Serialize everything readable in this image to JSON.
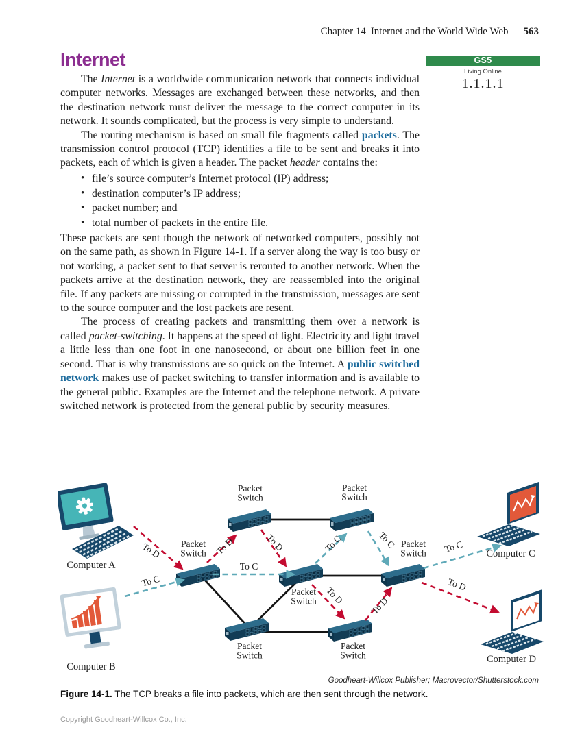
{
  "page": {
    "header": {
      "chapter": "Chapter 14",
      "book_section": "Internet and the World Wide Web",
      "page_number": "563"
    },
    "footer": {
      "copyright": "Copyright Goodheart-Willcox Co., Inc."
    }
  },
  "badge": {
    "code": "GS5",
    "subtitle": "Living Online",
    "standard": "1.1.1.1",
    "color": "#2f8a4c"
  },
  "article": {
    "title": "Internet",
    "title_color": "#8c2e90",
    "term_color": "#1b6a9c",
    "p1": {
      "runs": [
        {
          "t": "The "
        },
        {
          "t": "Internet",
          "style": "italic"
        },
        {
          "t": " is a worldwide communication network that connects individual computer networks. Messages are exchanged between these networks, and then the destination network must deliver the message to the correct computer in its network. It sounds complicated, but the process is very simple to understand."
        }
      ]
    },
    "p2": {
      "runs": [
        {
          "t": "The routing mechanism is based on small file fragments called "
        },
        {
          "t": "packets",
          "style": "term"
        },
        {
          "t": ". The transmission control protocol (TCP) identifies a file to be sent and breaks it into packets, each of which is given a header. The packet "
        },
        {
          "t": "header",
          "style": "italic"
        },
        {
          "t": " contains the:"
        }
      ]
    },
    "bullets": [
      "file’s source computer’s Internet protocol (IP) address;",
      "destination computer’s IP address;",
      "packet number; and",
      "total number of packets in the entire file."
    ],
    "p3": {
      "runs": [
        {
          "t": "These packets are sent though the network of networked computers, possibly not on the same path, as shown in Figure 14-1. If a server along the way is too busy or not working, a packet sent to that server is rerouted to another network. When the packets arrive at the destination network, they are reassembled into the original file. If any packets are missing or corrupted in the transmission, messages are sent to the source computer and the lost packets are resent."
        }
      ]
    },
    "p4": {
      "runs": [
        {
          "t": "The process of creating packets and transmitting them over a network is called "
        },
        {
          "t": "packet-switching",
          "style": "italic"
        },
        {
          "t": ". It happens at the speed of light. Electricity and light travel a little less than one foot in one nanosecond, or about one billion feet in one second. That is why transmissions are so quick on the Internet. A "
        },
        {
          "t": "public switched network",
          "style": "term"
        },
        {
          "t": " makes use of packet switching to transfer information and is available to the general public. Examples are the Internet and the telephone network. A private switched network is protected from the general public by security measures."
        }
      ]
    }
  },
  "figure": {
    "caption_label": "Figure 14-1.",
    "caption_text": "The TCP breaks a file into packets, which are then sent through the network.",
    "credit": "Goodheart-Willcox Publisher; Macrovector/Shutterstock.com",
    "diagram": {
      "computers": [
        {
          "id": "A",
          "label": "Computer A",
          "screen_icon": "gear",
          "style": "desktop-teal-screen"
        },
        {
          "id": "B",
          "label": "Computer B",
          "screen_icon": "bar-chart",
          "style": "desktop-white-screen"
        },
        {
          "id": "C",
          "label": "Computer C",
          "screen_icon": "line-chart",
          "style": "laptop-orange-screen"
        },
        {
          "id": "D",
          "label": "Computer D",
          "screen_icon": "line-chart",
          "style": "laptop-white-screen"
        }
      ],
      "switches": [
        {
          "position": "left",
          "line1": "Packet",
          "line2": "Switch"
        },
        {
          "position": "top-left",
          "line1": "Packet",
          "line2": "Switch"
        },
        {
          "position": "top-right",
          "line1": "Packet",
          "line2": "Switch"
        },
        {
          "position": "center",
          "line1": "Packet",
          "line2": "Switch"
        },
        {
          "position": "right",
          "line1": "Packet",
          "line2": "Switch"
        },
        {
          "position": "bottom-left",
          "line1": "Packet",
          "line2": "Switch"
        },
        {
          "position": "bottom-right",
          "line1": "Packet",
          "line2": "Switch"
        }
      ],
      "black_links": [
        {
          "from": "switch-top-left",
          "to": "switch-top-right"
        },
        {
          "from": "switch-left",
          "to": "switch-bottom-left"
        },
        {
          "from": "switch-bottom-left",
          "to": "switch-center"
        },
        {
          "from": "switch-center",
          "to": "switch-right"
        },
        {
          "from": "switch-bottom-left",
          "to": "switch-bottom-right"
        }
      ],
      "red_route": {
        "color": "#c30b30",
        "path": [
          "computer-a",
          "switch-left",
          "switch-top-left",
          "switch-center",
          "switch-bottom-right",
          "switch-right",
          "computer-d"
        ],
        "segment_labels": [
          "To D",
          "To D",
          "To D",
          "To D",
          "To D",
          "To D"
        ]
      },
      "teal_route": {
        "color": "#5fa9b8",
        "path": [
          "computer-b",
          "switch-left",
          "switch-center",
          "switch-top-right",
          "switch-right",
          "computer-c"
        ],
        "segment_labels": [
          "To C",
          "To C",
          "To C",
          "To C",
          "To C"
        ]
      }
    }
  }
}
